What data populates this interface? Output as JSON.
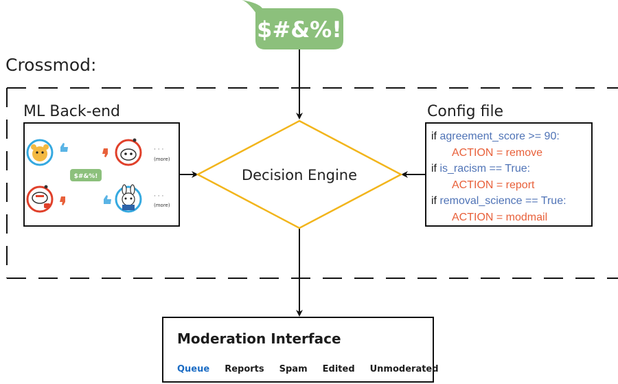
{
  "top_bubble": {
    "text": "$#&%!"
  },
  "crossmod_label": "Crossmod:",
  "ml_backend": {
    "title": "ML Back-end",
    "bubble_text": "$#&%!",
    "more_1": "(more)",
    "more_2": "(more)"
  },
  "config_file": {
    "title": "Config file",
    "rules": [
      {
        "kw": "if ",
        "condition": "agreement_score >= 90:",
        "action": "ACTION = remove"
      },
      {
        "kw": "if ",
        "condition": "is_racism == True:",
        "action": "ACTION = report"
      },
      {
        "kw": "if ",
        "condition": "removal_science == True:",
        "action": "ACTION = modmail"
      }
    ]
  },
  "decision_engine": {
    "label": "Decision Engine"
  },
  "moderation_interface": {
    "title": "Moderation Interface",
    "tabs": [
      "Queue",
      "Reports",
      "Spam",
      "Edited",
      "Unmoderated"
    ],
    "active_tab": "Queue"
  },
  "colors": {
    "bubble_green": "#8cc07c",
    "diamond_stroke": "#f2b51c",
    "condition_blue": "#4f73b6",
    "action_orange": "#e8603a",
    "active_tab_blue": "#1b6cc4"
  }
}
